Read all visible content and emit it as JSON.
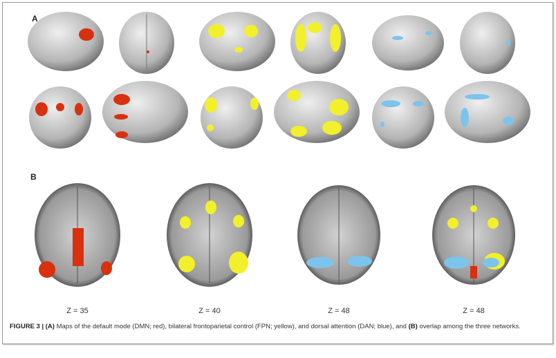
{
  "panels": {
    "a_label": "A",
    "b_label": "B"
  },
  "slices": [
    {
      "label": "Z = 35"
    },
    {
      "label": "Z = 40"
    },
    {
      "label": "Z = 48"
    },
    {
      "label": "Z = 48"
    }
  ],
  "caption": {
    "figure": "FIGURE 3 | ",
    "a": "(A)",
    "text1": " Maps of the default mode (DMN; red), bilateral frontoparietal control (FPN; yellow), and dorsal attention (DAN; blue), and ",
    "b": "(B)",
    "text2": " overlap among the three networks."
  },
  "colors": {
    "dmn": "#d9300f",
    "fpn": "#f2f02a",
    "dan": "#7cc4ec",
    "brain": "#c8c8c8"
  }
}
